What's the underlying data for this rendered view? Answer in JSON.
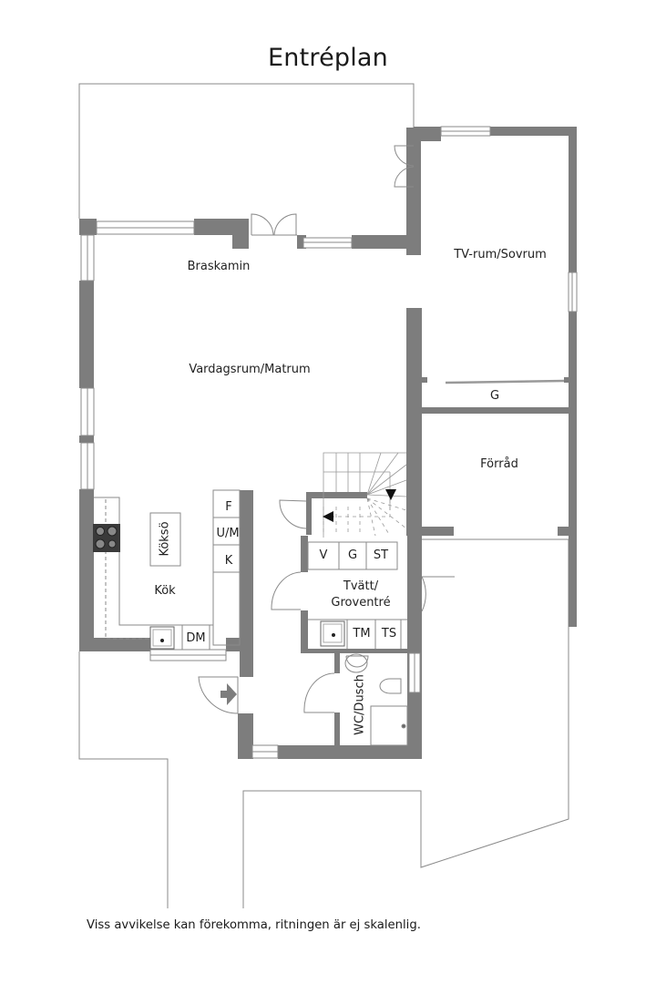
{
  "title": "Entréplan",
  "disclaimer": "Viss avvikelse kan förekomma, ritningen är ej skalenlig.",
  "colors": {
    "wall": "#7d7d7d",
    "outline": "#8a8a8a",
    "fixture": "#666666",
    "background": "#ffffff",
    "text": "#1f1f1f"
  },
  "rooms": {
    "living": "Vardagsrum/Matrum",
    "fireplace": "Braskamin",
    "tv_room": "TV-rum/Sovrum",
    "wardrobe_tv": "G",
    "storage": "Förråd",
    "kitchen": "Kök",
    "kitchen_island": "Köksö",
    "laundry": "Tvätt/\nGroventré",
    "laundry_line1": "Tvätt/",
    "laundry_line2": "Groventré",
    "bathroom": "WC/Dusch"
  },
  "appliances": {
    "fridge": "F",
    "oven_micro": "U/M",
    "freezer": "K",
    "dishwasher": "DM",
    "laundry_cabinet_v": "V",
    "laundry_cabinet_g": "G",
    "laundry_cabinet_st": "ST",
    "washer": "TM",
    "dryer": "TS"
  },
  "icons": {
    "entrance": "entrance-arrow-icon",
    "stairs_down": "stair-arrow-down-icon",
    "stairs_left": "stair-arrow-left-icon",
    "stove": "stove-icon",
    "sink": "sink-icon",
    "toilet": "toilet-icon",
    "shower": "shower-icon"
  }
}
